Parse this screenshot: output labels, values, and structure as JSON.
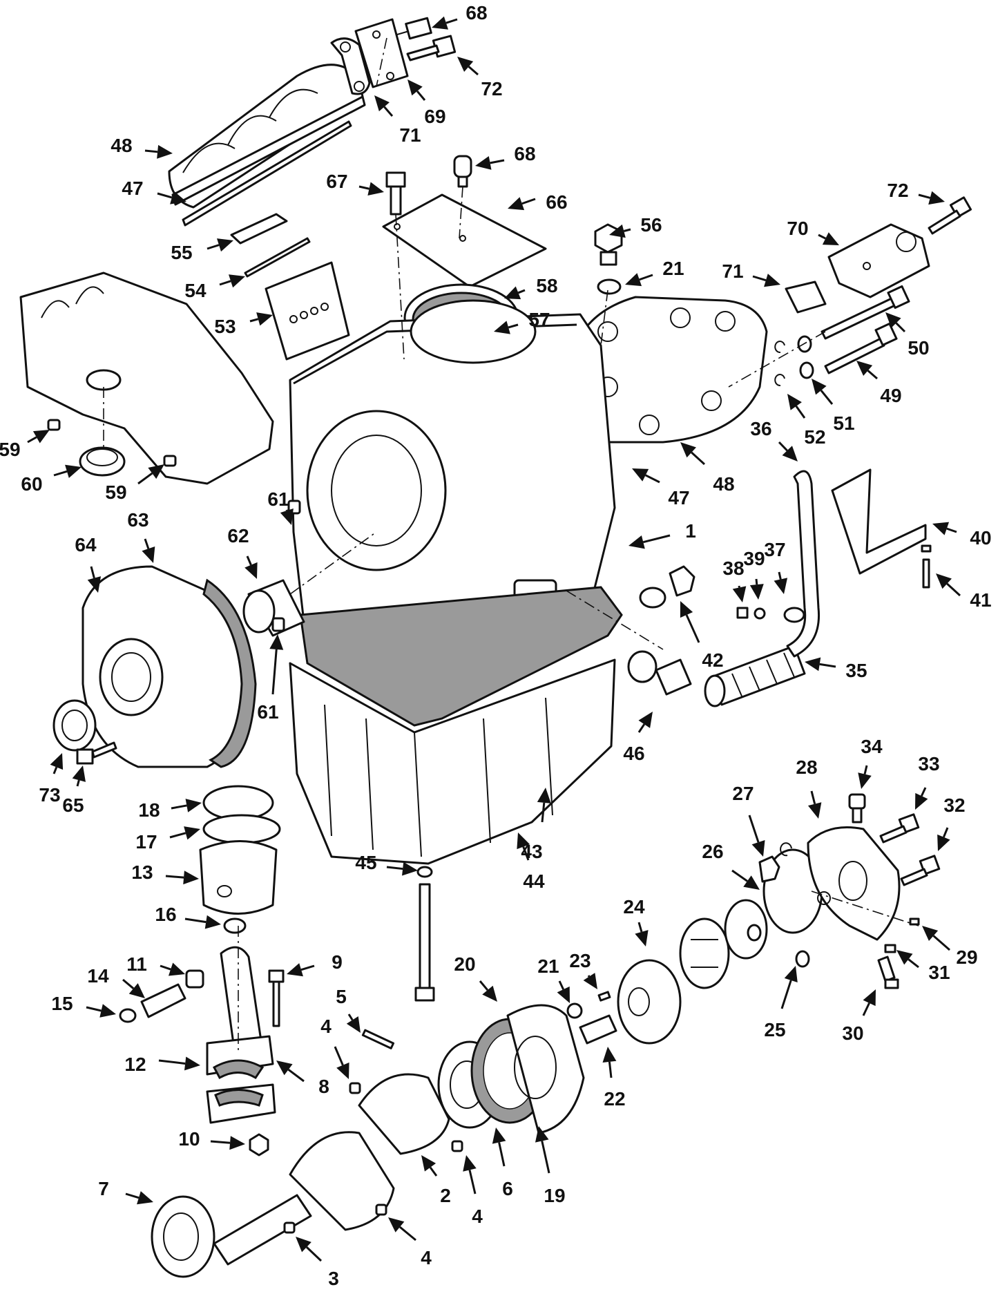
{
  "callouts": [
    {
      "id": "c-68a",
      "label": "68"
    },
    {
      "id": "c-72a",
      "label": "72"
    },
    {
      "id": "c-69",
      "label": "69"
    },
    {
      "id": "c-71a",
      "label": "71"
    },
    {
      "id": "c-48a",
      "label": "48"
    },
    {
      "id": "c-47a",
      "label": "47"
    },
    {
      "id": "c-68b",
      "label": "68"
    },
    {
      "id": "c-67",
      "label": "67"
    },
    {
      "id": "c-66",
      "label": "66"
    },
    {
      "id": "c-55",
      "label": "55"
    },
    {
      "id": "c-56",
      "label": "56"
    },
    {
      "id": "c-72b",
      "label": "72"
    },
    {
      "id": "c-70",
      "label": "70"
    },
    {
      "id": "c-54",
      "label": "54"
    },
    {
      "id": "c-21a",
      "label": "21"
    },
    {
      "id": "c-58",
      "label": "58"
    },
    {
      "id": "c-71b",
      "label": "71"
    },
    {
      "id": "c-53",
      "label": "53"
    },
    {
      "id": "c-57",
      "label": "57"
    },
    {
      "id": "c-50",
      "label": "50"
    },
    {
      "id": "c-49",
      "label": "49"
    },
    {
      "id": "c-51",
      "label": "51"
    },
    {
      "id": "c-52",
      "label": "52"
    },
    {
      "id": "c-59a",
      "label": "59"
    },
    {
      "id": "c-36",
      "label": "36"
    },
    {
      "id": "c-60",
      "label": "60"
    },
    {
      "id": "c-59b",
      "label": "59"
    },
    {
      "id": "c-48b",
      "label": "48"
    },
    {
      "id": "c-47b",
      "label": "47"
    },
    {
      "id": "c-40",
      "label": "40"
    },
    {
      "id": "c-61a",
      "label": "61"
    },
    {
      "id": "c-63",
      "label": "63"
    },
    {
      "id": "c-62",
      "label": "62"
    },
    {
      "id": "c-64",
      "label": "64"
    },
    {
      "id": "c-1",
      "label": "1"
    },
    {
      "id": "c-38",
      "label": "38"
    },
    {
      "id": "c-39",
      "label": "39"
    },
    {
      "id": "c-37",
      "label": "37"
    },
    {
      "id": "c-41",
      "label": "41"
    },
    {
      "id": "c-42",
      "label": "42"
    },
    {
      "id": "c-61b",
      "label": "61"
    },
    {
      "id": "c-35",
      "label": "35"
    },
    {
      "id": "c-46",
      "label": "46"
    },
    {
      "id": "c-73",
      "label": "73"
    },
    {
      "id": "c-65",
      "label": "65"
    },
    {
      "id": "c-34",
      "label": "34"
    },
    {
      "id": "c-28",
      "label": "28"
    },
    {
      "id": "c-33",
      "label": "33"
    },
    {
      "id": "c-32",
      "label": "32"
    },
    {
      "id": "c-18",
      "label": "18"
    },
    {
      "id": "c-27",
      "label": "27"
    },
    {
      "id": "c-43",
      "label": "43"
    },
    {
      "id": "c-17",
      "label": "17"
    },
    {
      "id": "c-26",
      "label": "26"
    },
    {
      "id": "c-13",
      "label": "13"
    },
    {
      "id": "c-45",
      "label": "45"
    },
    {
      "id": "c-44",
      "label": "44"
    },
    {
      "id": "c-24",
      "label": "24"
    },
    {
      "id": "c-16",
      "label": "16"
    },
    {
      "id": "c-29",
      "label": "29"
    },
    {
      "id": "c-11",
      "label": "11"
    },
    {
      "id": "c-9",
      "label": "9"
    },
    {
      "id": "c-31",
      "label": "31"
    },
    {
      "id": "c-20",
      "label": "20"
    },
    {
      "id": "c-21b",
      "label": "21"
    },
    {
      "id": "c-23",
      "label": "23"
    },
    {
      "id": "c-14",
      "label": "14"
    },
    {
      "id": "c-15",
      "label": "15"
    },
    {
      "id": "c-5",
      "label": "5"
    },
    {
      "id": "c-25",
      "label": "25"
    },
    {
      "id": "c-30",
      "label": "30"
    },
    {
      "id": "c-4a",
      "label": "4"
    },
    {
      "id": "c-12",
      "label": "12"
    },
    {
      "id": "c-22",
      "label": "22"
    },
    {
      "id": "c-8",
      "label": "8"
    },
    {
      "id": "c-10",
      "label": "10"
    },
    {
      "id": "c-6",
      "label": "6"
    },
    {
      "id": "c-19",
      "label": "19"
    },
    {
      "id": "c-4b",
      "label": "4"
    },
    {
      "id": "c-2",
      "label": "2"
    },
    {
      "id": "c-7",
      "label": "7"
    },
    {
      "id": "c-4c",
      "label": "4"
    },
    {
      "id": "c-3",
      "label": "3"
    }
  ],
  "colors": {
    "ink": "#111111",
    "gasket": "#9a9a9a",
    "paper": "#ffffff"
  }
}
